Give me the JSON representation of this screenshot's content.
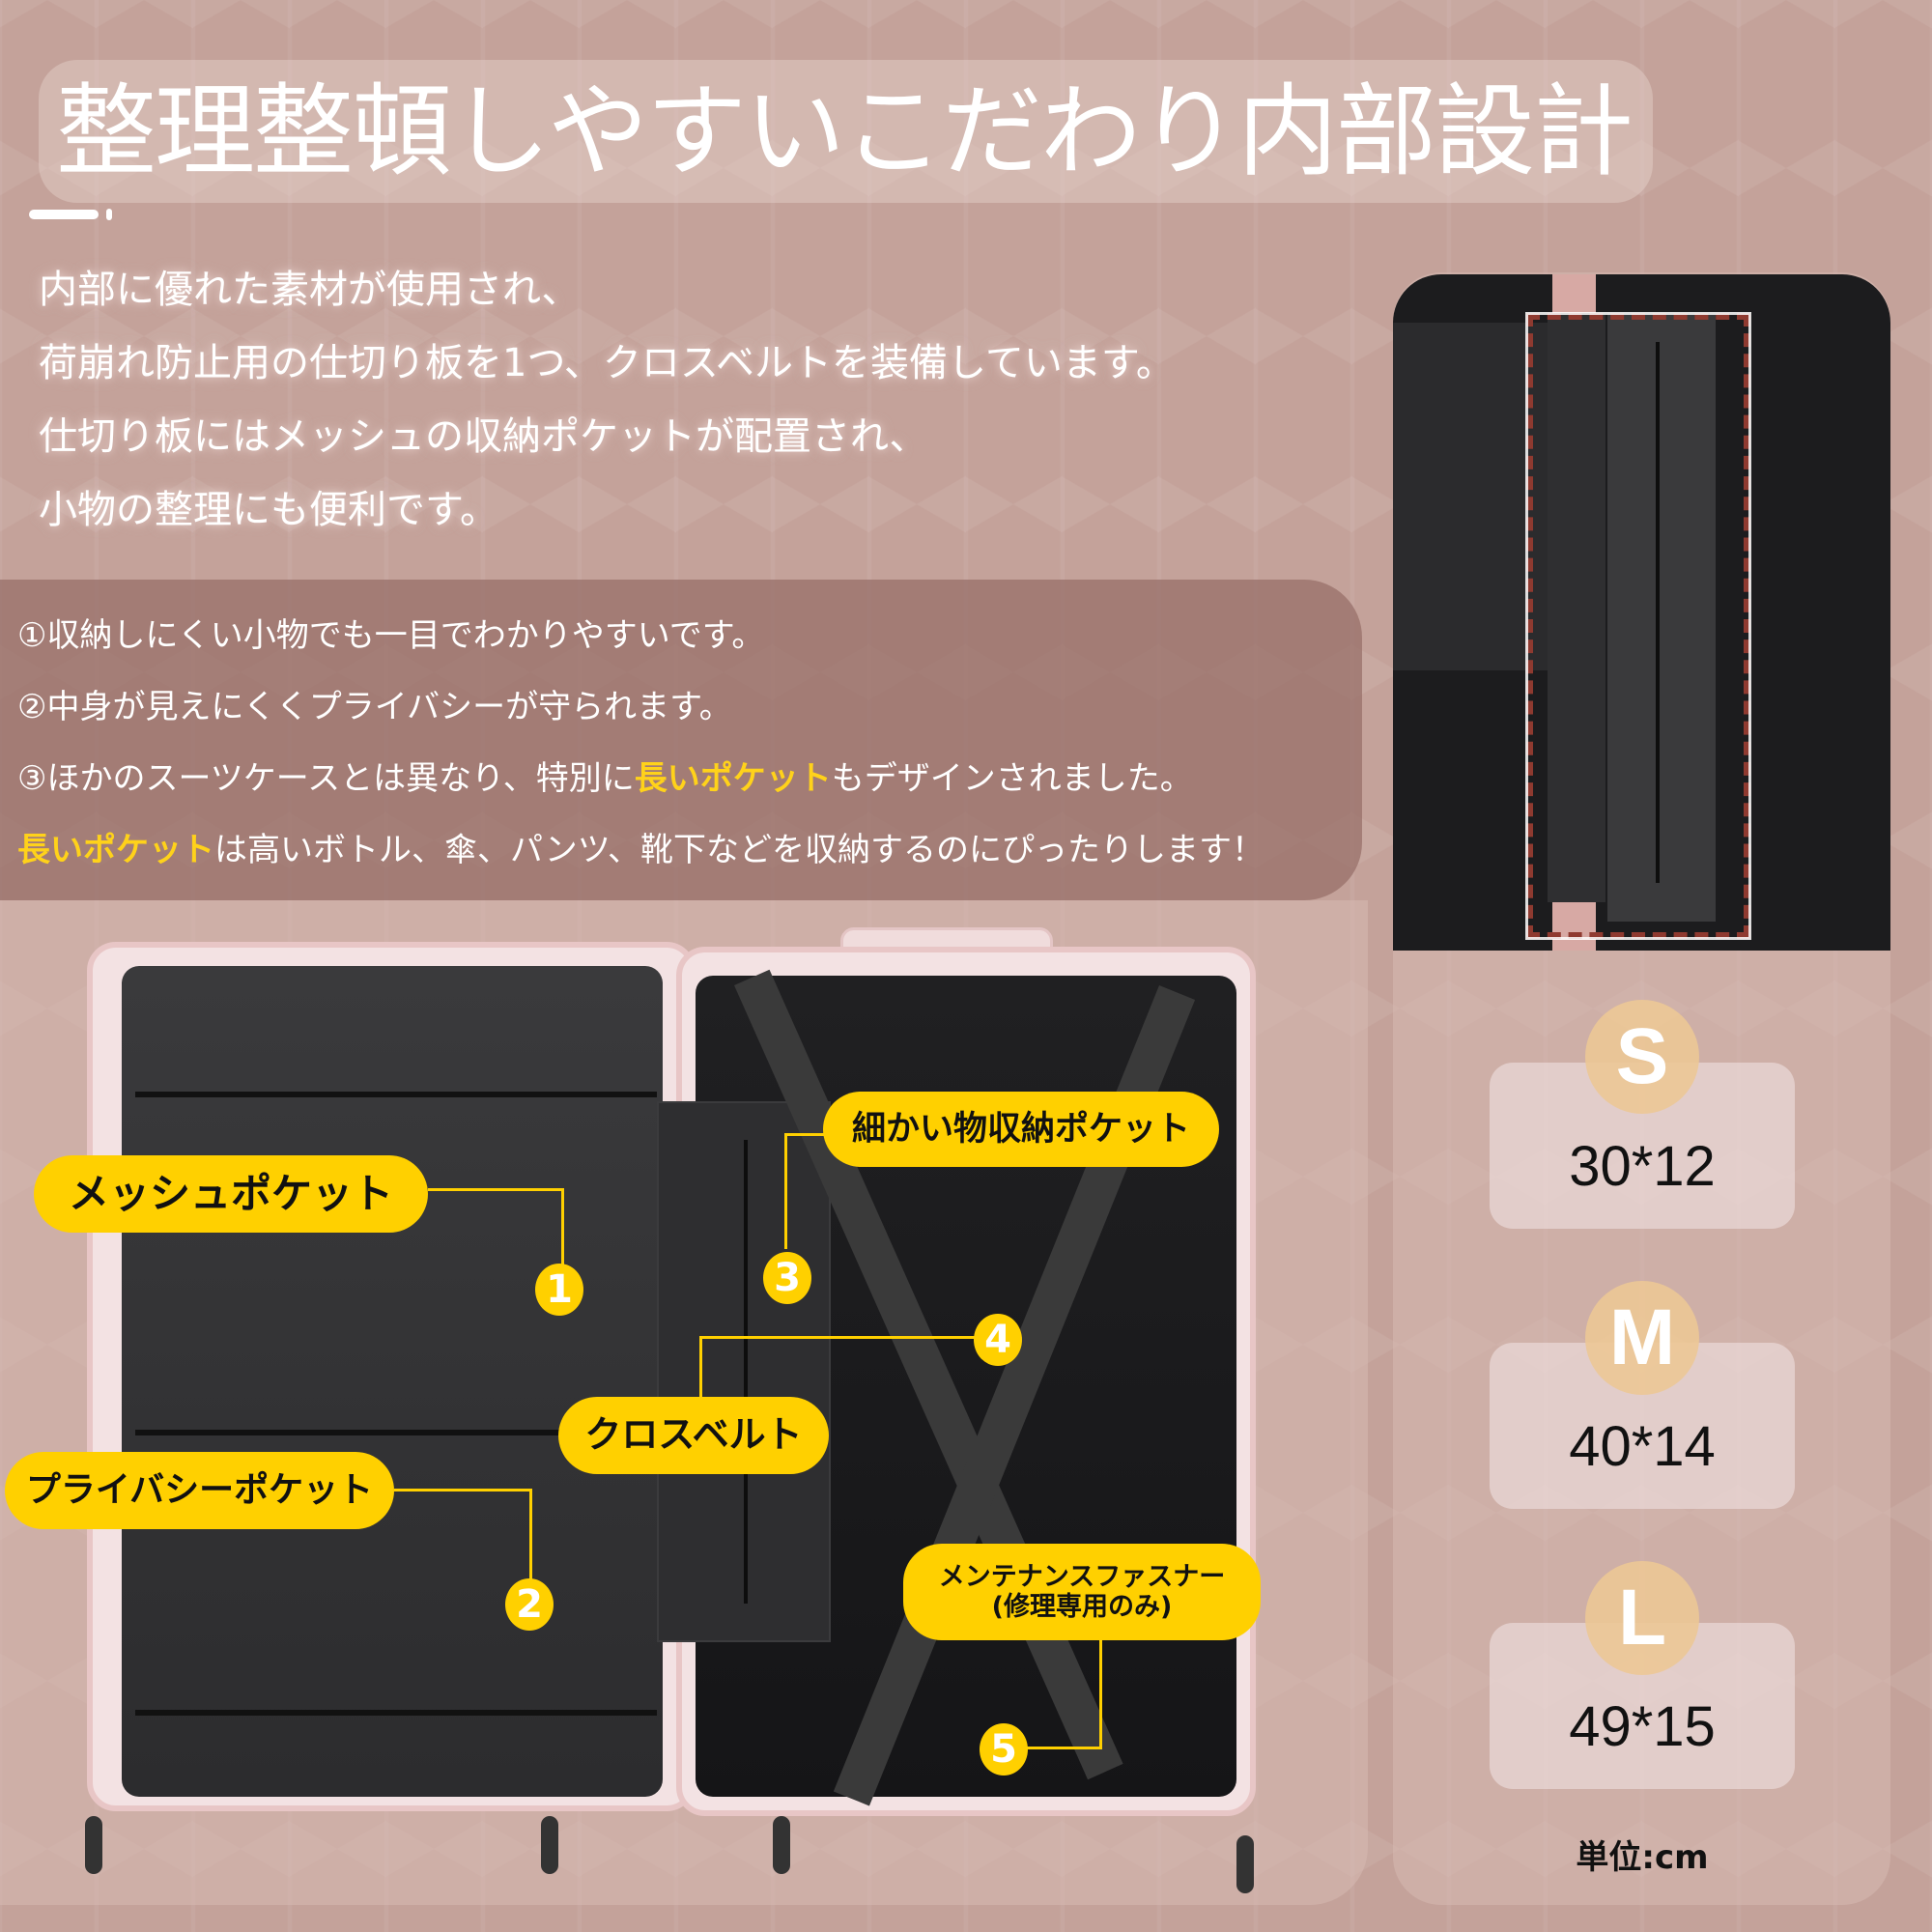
{
  "title": "整理整頓しやすいこだわり内部設計",
  "intro": [
    "内部に優れた素材が使用され、",
    "荷崩れ防止用の仕切り板を1つ、クロスベルトを装備しています。",
    "仕切り板にはメッシュの収納ポケットが配置され、",
    "小物の整理にも便利です。"
  ],
  "features": {
    "line1": "①収納しにくい小物でも一目でわかりやすいです。",
    "line2": "②中身が見えにくくプライバシーが守られます。",
    "line3_pre": "③ほかのスーツケースとは異なり、特別に",
    "line3_hl": "長いポケット",
    "line3_post": "もデザインされました。",
    "line4_hl": "長いポケット",
    "line4_post": "は高いボトル、傘、パンツ、靴下などを収納するのにぴったりします！"
  },
  "callouts": [
    {
      "number": "1",
      "label": "メッシュポケット"
    },
    {
      "number": "2",
      "label": "プライバシーポケット"
    },
    {
      "number": "3",
      "label": "細かい物収納ポケット"
    },
    {
      "number": "4",
      "label": "クロスベルト"
    },
    {
      "number": "5",
      "label_line1": "メンテナンスファスナー",
      "label_line2": "(修理専用のみ)"
    }
  ],
  "sizes": [
    {
      "size": "S",
      "dimensions": "30*12"
    },
    {
      "size": "M",
      "dimensions": "40*14"
    },
    {
      "size": "L",
      "dimensions": "49*15"
    }
  ],
  "unit": "単位:cm",
  "colors": {
    "background": "#c4a29a",
    "highlight": "#ffd21a",
    "callout": "#ffd000",
    "size_circle": "#ecc896",
    "dash_outline": "#8f3a30"
  }
}
